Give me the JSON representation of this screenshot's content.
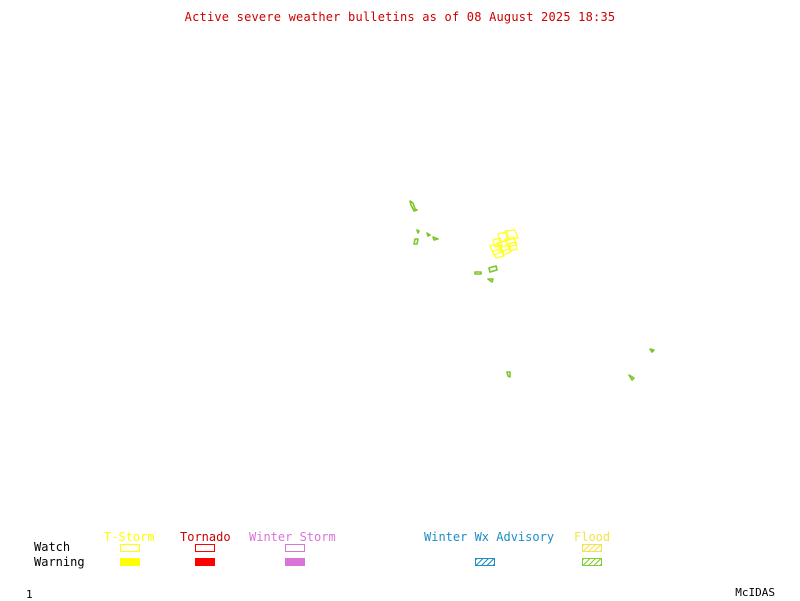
{
  "title": "Active severe weather bulletins as of 08 August 2025 18:35",
  "legend": {
    "row_labels": {
      "watch": "Watch",
      "warning": "Warning"
    },
    "categories": {
      "tstorm": "T-Storm",
      "tornado": "Tornado",
      "winter_storm": "Winter Storm",
      "winter_wx_advisory": "Winter Wx Advisory",
      "flood": "Flood"
    }
  },
  "footer": {
    "left": "1",
    "right": "McIDAS"
  },
  "colors": {
    "title": "#cc0000",
    "watch_label": "#cc0000",
    "warning_label": "#cc0000",
    "tstorm": "#ffff00",
    "tornado": "#ff0000",
    "winter_storm": "#d974d9",
    "winter_wx_advisory": "#1b8fc4",
    "flood_watch": "#f2e34d",
    "flood_warning": "#7fcf2d",
    "tstorm_polygons": "#ffff22",
    "flood_polygons": "#7cc52a"
  },
  "icons": {
    "watch_boxes": "outlined-rectangle",
    "warning_boxes": "filled-rectangle",
    "hatched_boxes": "diagonal-hatch"
  }
}
